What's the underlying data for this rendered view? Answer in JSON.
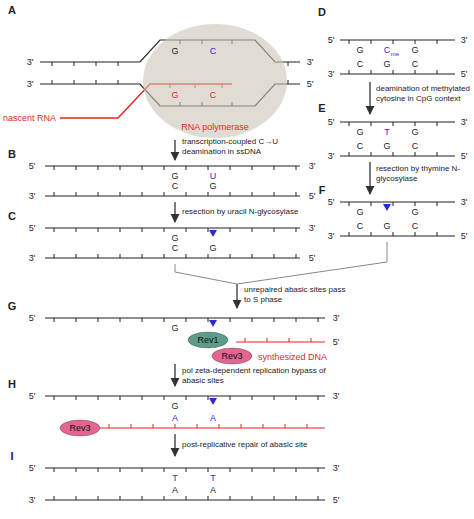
{
  "diagram": {
    "nodes": [
      {
        "text": [
          "RNA polymerase"
        ]
      },
      {
        "text": [
          "Rev1"
        ]
      },
      {
        "text": [
          "Rev3"
        ]
      },
      {
        "text": [
          "Rev3"
        ]
      }
    ],
    "labels": [
      "A",
      "3'",
      "3'",
      "3'",
      "5'",
      "G",
      "C",
      "G",
      "C",
      "nascent RNA",
      "transcription-coupled C→U deamination in ssDNA",
      "B",
      "5'",
      "3'",
      "3'",
      "5'",
      "G",
      "U",
      "C",
      "G",
      "resection by uracil N-glycosylase",
      "C",
      "5'",
      "3'",
      "3'",
      "5'",
      "G",
      "C",
      "G",
      "D",
      "5'",
      "3'",
      "3'",
      "5'",
      "G",
      "C",
      "me",
      "G",
      "C",
      "G",
      "C",
      "deamination of methylated cytosine in CpG context",
      "E",
      "5'",
      "3'",
      "3'",
      "5'",
      "G",
      "T",
      "G",
      "C",
      "G",
      "C",
      "resection by thymine N-glycosylase",
      "F",
      "5'",
      "3'",
      "3'",
      "5'",
      "G",
      "G",
      "C",
      "G",
      "C",
      "unrepaired abasic sites pass to S phase",
      "G",
      "5'",
      "3'",
      "G",
      "5'",
      "synthesized DNA",
      "pol zeta-dependent replication bypass of abasic sites",
      "H",
      "5'",
      "3'",
      "G",
      "A",
      "A",
      "post-replicative repair of abasic site",
      "I",
      "5'",
      "3'",
      "3'",
      "5'",
      "T",
      "A",
      "T",
      "A"
    ]
  }
}
